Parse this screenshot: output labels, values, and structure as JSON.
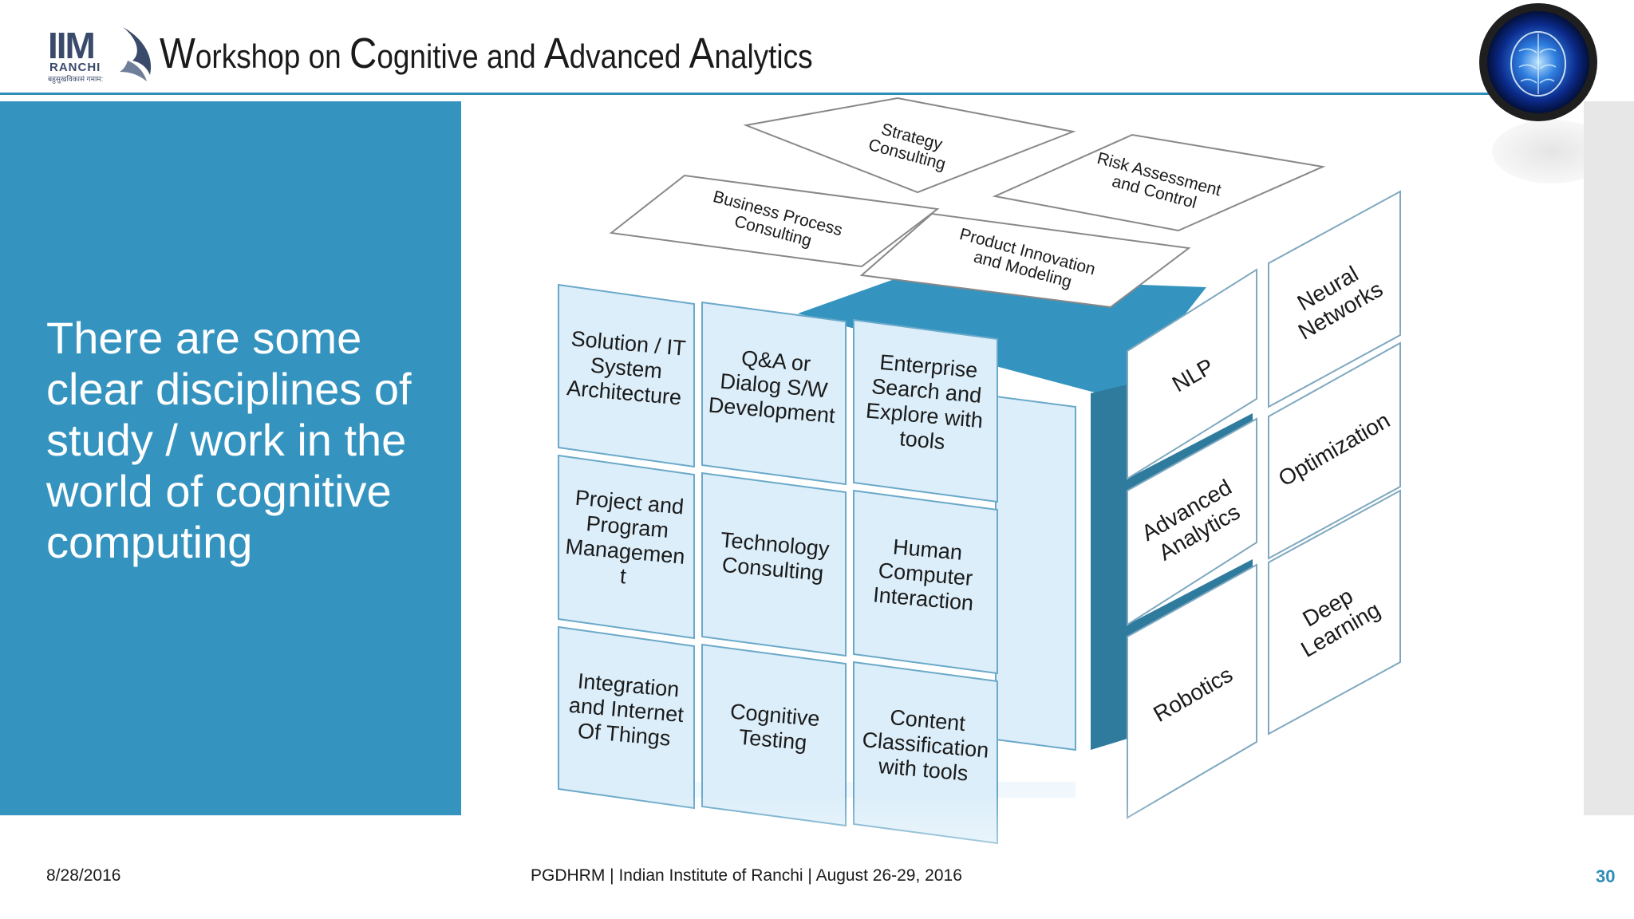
{
  "header": {
    "title_parts": [
      {
        "cap": "W",
        "rest": "orkshop on "
      },
      {
        "cap": "C",
        "rest": "ognitive and "
      },
      {
        "cap": "A",
        "rest": "dvanced "
      },
      {
        "cap": "A",
        "rest": "nalytics"
      }
    ],
    "logo": {
      "main": "IIM",
      "sub": "RANCHI",
      "tagline": "बहुसुखविकासं गमाम:"
    }
  },
  "left_panel": {
    "text": "There are some clear disciplines of study / work in the world of cognitive computing"
  },
  "cube": {
    "top_cards": [
      {
        "id": "strategy",
        "lines": [
          "Strategy",
          "Consulting"
        ]
      },
      {
        "id": "risk",
        "lines": [
          "Risk Assessment",
          "and Control"
        ]
      },
      {
        "id": "business",
        "lines": [
          "Business Process",
          "Consulting"
        ]
      },
      {
        "id": "product",
        "lines": [
          "Product Innovation",
          "and Modeling"
        ]
      }
    ],
    "front_tiles": [
      {
        "id": "solution",
        "lines": [
          "Solution / IT",
          "System",
          "Architecture"
        ]
      },
      {
        "id": "qa",
        "lines": [
          "Q&A or",
          "Dialog S/W",
          "Development"
        ]
      },
      {
        "id": "enterprise",
        "lines": [
          "Enterprise",
          "Search and",
          "Explore with",
          "tools"
        ]
      },
      {
        "id": "project",
        "lines": [
          "Project and",
          "Program",
          "Managemen",
          "t"
        ]
      },
      {
        "id": "technology",
        "lines": [
          "Technology",
          "Consulting"
        ]
      },
      {
        "id": "human",
        "lines": [
          "Human",
          "Computer",
          "Interaction"
        ]
      },
      {
        "id": "integration",
        "lines": [
          "Integration",
          "and Internet",
          "Of Things"
        ]
      },
      {
        "id": "testing",
        "lines": [
          "Cognitive",
          "Testing"
        ]
      },
      {
        "id": "content",
        "lines": [
          "Content",
          "Classification",
          "with tools"
        ]
      }
    ],
    "side_cards": [
      {
        "id": "nlp",
        "lines": [
          "NLP"
        ]
      },
      {
        "id": "neural",
        "lines": [
          "Neural",
          "Networks"
        ]
      },
      {
        "id": "advanced",
        "lines": [
          "Advanced",
          "Analytics"
        ]
      },
      {
        "id": "optimization",
        "lines": [
          "Optimization"
        ]
      },
      {
        "id": "robotics",
        "lines": [
          "Robotics"
        ]
      },
      {
        "id": "deep",
        "lines": [
          "Deep",
          "Learning"
        ]
      }
    ]
  },
  "footer": {
    "date": "8/28/2016",
    "center": "PGDHRM | Indian Institute of Ranchi | August 26-29, 2016",
    "page": "30"
  },
  "colors": {
    "accent": "#3594bf",
    "rule": "#2f8db8",
    "tile": "#dceef9",
    "tile_border": "#6aa9c9"
  }
}
